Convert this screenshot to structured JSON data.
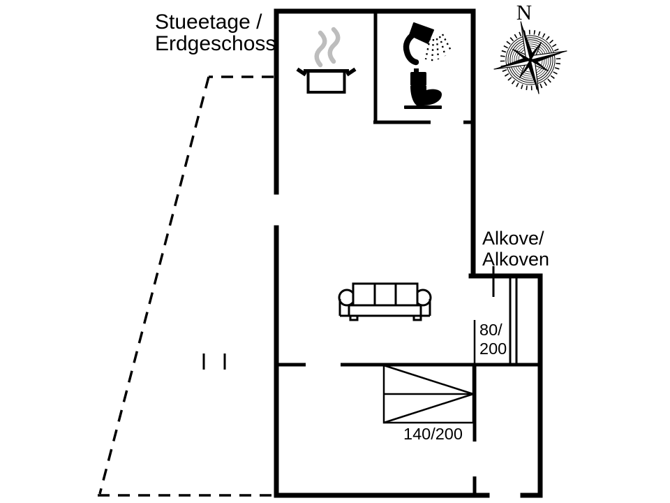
{
  "title": {
    "line1": "Stueetage /",
    "line2": "Erdgeschoss"
  },
  "compass": {
    "label": "N"
  },
  "alcove": {
    "line1": "Alkove/",
    "line2": "Alkoven",
    "bed_size_line1": "80/",
    "bed_size_line2": "200"
  },
  "bed": {
    "size_label": "140/200"
  },
  "icons": {
    "compass": "compass-rose-icon",
    "kitchen": "cooking-pot-icon",
    "shower": "shower-icon",
    "toilet": "toilet-icon",
    "sofa": "sofa-icon",
    "double_bed": "double-bed-icon",
    "alcove_bed": "alcove-bed-lines"
  },
  "colors": {
    "line": "#000000",
    "steam": "#bdbdbd",
    "background": "#ffffff"
  }
}
